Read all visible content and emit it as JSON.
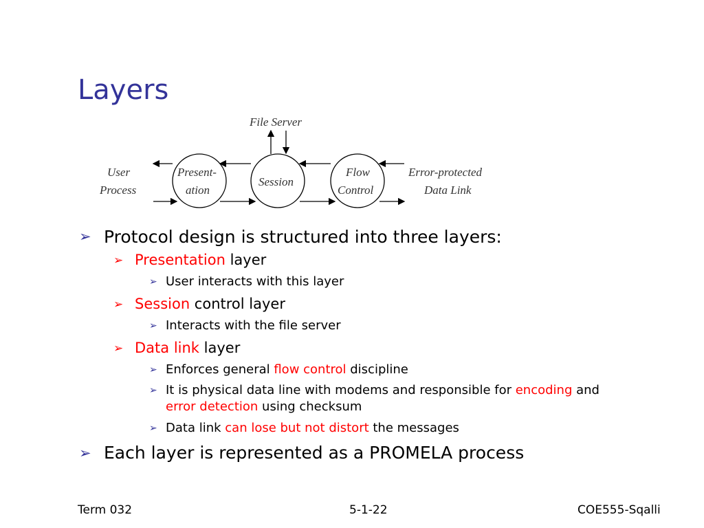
{
  "slide": {
    "title": "Layers",
    "diagram": {
      "file_server": "File Server",
      "user_process_1": "User",
      "user_process_2": "Process",
      "presentation_1": "Present-",
      "presentation_2": "ation",
      "session": "Session",
      "flow_1": "Flow",
      "flow_2": "Control",
      "error_1": "Error-protected",
      "error_2": "Data Link"
    },
    "bullets": {
      "b1": "Protocol design is structured into three layers:",
      "b1a_red": "Presentation",
      "b1a_rest": " layer",
      "b1a1": "User interacts with this layer",
      "b1b_red": "Session",
      "b1b_rest": " control layer",
      "b1b1": "Interacts with the file server",
      "b1c_red": "Data link",
      "b1c_rest": " layer",
      "b1c1_pre": "Enforces general ",
      "b1c1_red": "flow control",
      "b1c1_post": " discipline",
      "b1c2_pre": "It is physical data line with modems and responsible for ",
      "b1c2_red": "encoding",
      "b1c2_post": " and",
      "b1c2_l2_red": "error detection",
      "b1c2_l2_post": " using checksum",
      "b1c3_pre": "Data link ",
      "b1c3_red": "can lose but not distort",
      "b1c3_post": " the messages",
      "b2": "Each layer is represented as a PROMELA process"
    },
    "footer": {
      "left": "Term 032",
      "center": "5-1-22",
      "right": "COE555-Sqalli"
    },
    "colors": {
      "title": "#333399",
      "highlight": "#ff0000",
      "bullet": "#333399"
    }
  }
}
